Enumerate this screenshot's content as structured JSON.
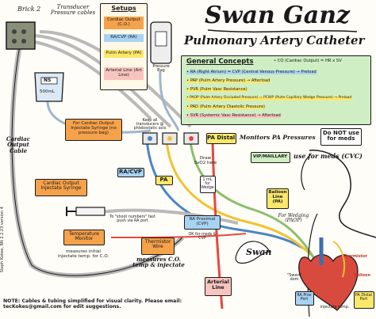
{
  "title": "Swan Ganz",
  "subtitle": "Pulmonary Artery Catheter",
  "colors": {
    "orange": "#f6a24a",
    "yellow": "#fbe86b",
    "blue": "#a9d3f2",
    "pink": "#f7c4c0",
    "green": "#cfeec4",
    "ra_red": "#e8473f",
    "pa_yellow": "#f2c230",
    "tubing_gray": "#b9b9b9"
  },
  "top_left": {
    "brick": "Brick 2",
    "transducer": "Transducer Pressure cables"
  },
  "setups": {
    "title": "Setups",
    "items": [
      "Cardiac Output (C.O.)",
      "RA/CVP (RA)",
      "Pulm Artery (PA)",
      "Arterial Line (Art Line)"
    ]
  },
  "ns_bag": {
    "label": "NS",
    "volume": "500mL"
  },
  "pressure_bag": {
    "label": "Pressure Bag"
  },
  "general_concepts": {
    "title": "General Concepts",
    "lines": [
      "• CO (Cardiac Output) = HR x SV",
      "• RA (Right Atrium) = CVP (Central Venous Pressure) → Preload",
      "• PAP (Pulm Artery Pressure) → Afterload",
      "• PVR (Pulm Vasc Resistance)",
      "• PAOP (Pulm Artery Occluded Pressure) = PCWP (Pulm Capillary Wedge Pressure) → Preload",
      "• PAD (Pulm Artery Diastolic Pressure)",
      "• SVR (Systemic Vasc Resistance) → Afterload"
    ]
  },
  "labels": {
    "co_cable": "Cardiac Output Cable",
    "injectate_syringe_note": "For Cardiac Output Injectate Syringe (no pressure bag)",
    "keep_transducers": "Keep all transducers @ phlebostatic axis",
    "ra_cvp": "RA/CVP",
    "pa": "PA",
    "draw_svo2": "Draw SvO2 here",
    "one_ml": "1 mL for Wedge",
    "co_syringe": "Cardiac Output Injectate Syringe",
    "temp_monitor": "Temperature Monitor",
    "measures_initial": "measures initial injectate temp. for C.O.",
    "shoot_note": "To \"shoot numbers\" fast push via RA port",
    "thermistor_wire": "Thermistor Wire",
    "measures_co": "measures C.O. temp & injectate",
    "ra_proximal": "RA Proximal (CVP)",
    "ok_meds": "OK for meds & CVP",
    "swan": "Swan",
    "arterial_line": "Arterial Line",
    "pa_distal": "PA Distal",
    "monitors_pa": "Monitors PA Pressures",
    "do_not_use": "Do NOT use for meds",
    "vip_maillary": "VIP/MAILLARY",
    "use_for_meds": "use for meds (CVC)",
    "balloon_line": "Balloon Line (PA)",
    "for_wedging": "For Wedging (PAOP)",
    "swan_dom": "\"Swan\" dom",
    "thermistor_red": "Thermistor",
    "balloon_red": "Balloon",
    "ra_prox_port": "RA Prox Port",
    "pa_distal_port": "PA Distal Port",
    "injectate_temp": "injectate temp."
  },
  "note": "NOTE: Cables & tubing simplified for visual clarity. Please email: tecKokes@gmail.com for edit suggestions.",
  "credit": "Steph Kokes, RN 2.2.23 version 4"
}
